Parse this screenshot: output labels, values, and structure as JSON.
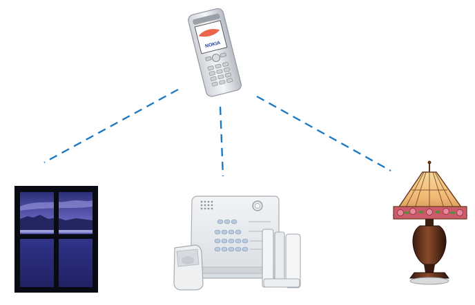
{
  "phone": {
    "brand_text": "NOKIA"
  },
  "connection": {
    "line_color": "#1f7ac4",
    "dash_style": "dashed"
  },
  "nodes": [
    {
      "name": "window",
      "icon": "window-icon"
    },
    {
      "name": "security-panel",
      "icon": "alarm-panel-icon"
    },
    {
      "name": "lamp",
      "icon": "lamp-icon"
    }
  ]
}
